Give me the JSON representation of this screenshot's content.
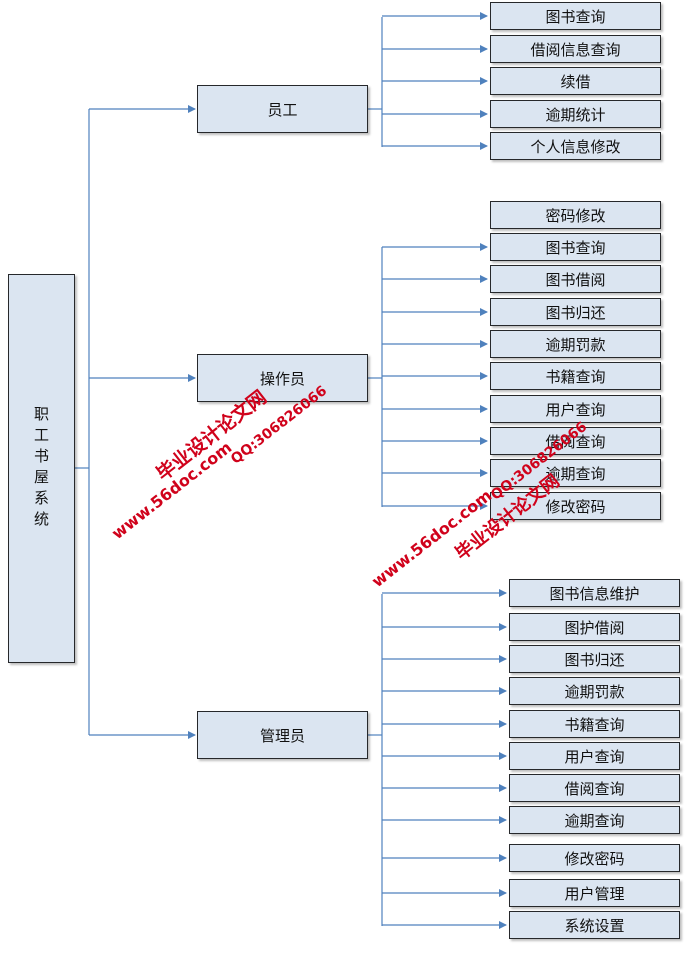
{
  "root": {
    "label": "职工书屋系统"
  },
  "roles": [
    {
      "label": "员工",
      "children": [
        "图书查询",
        "借阅信息查询",
        "续借",
        "逾期统计",
        "个人信息修改"
      ]
    },
    {
      "label": "操作员",
      "children": [
        "密码修改",
        "图书查询",
        "图书借阅",
        "图书归还",
        "逾期罚款",
        "书籍查询",
        "用户查询",
        "借阅查询",
        "逾期查询",
        "修改密码"
      ]
    },
    {
      "label": "管理员",
      "children": [
        "图书信息维护",
        "图护借阅",
        "图书归还",
        "逾期罚款",
        "书籍查询",
        "用户查询",
        "借阅查询",
        "逾期查询",
        "修改密码",
        "用户管理",
        "系统设置"
      ]
    }
  ],
  "watermarks": [
    {
      "text": "毕业设计论文网"
    },
    {
      "text": "QQ:306826066"
    },
    {
      "text": "www.56doc.com"
    },
    {
      "text": "QQ:306826066"
    },
    {
      "text": "www.56doc.com"
    },
    {
      "text": "毕业设计论文网"
    }
  ],
  "colors": {
    "box_fill": "#dbe5f1",
    "line": "#4f81bd",
    "watermark": "#d0021b"
  }
}
